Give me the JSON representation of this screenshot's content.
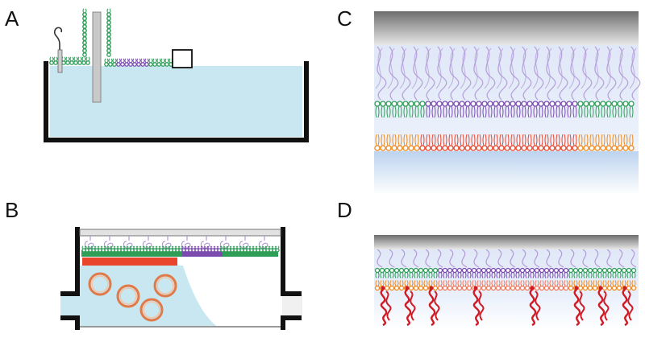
{
  "panels": [
    {
      "letter": "A"
    },
    {
      "letter": "B"
    },
    {
      "letter": "C"
    },
    {
      "letter": "D"
    }
  ],
  "colors": {
    "water": "#c8e7f0",
    "trough_wall": "#111111",
    "green_lipid": "#2e9e57",
    "purple_lipid": "#7b4bb0",
    "red_lipid": "#e8452c",
    "orange_lipid": "#f08a1e",
    "polymer": "#b39ad8",
    "vesicle": "#e07a4a",
    "protein": "#d01a24",
    "glass": "#8c8c8c"
  },
  "icons": [
    "wilhelmy-hook-icon",
    "barrier-icon",
    "vesicle-icon",
    "protein-icon",
    "glass-slide-icon"
  ]
}
